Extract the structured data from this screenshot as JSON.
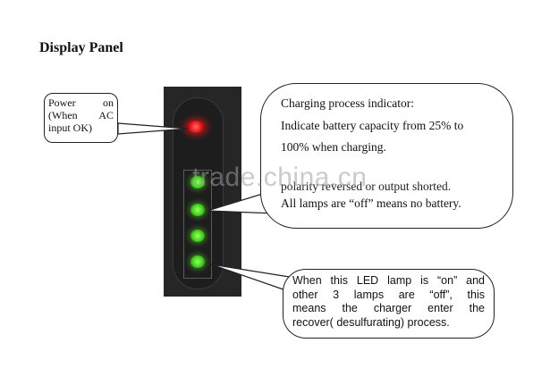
{
  "title": "Display Panel",
  "power_callout": {
    "lines": [
      "Power on",
      "(When AC",
      "input OK)"
    ]
  },
  "charging_callout": {
    "lines": [
      "Charging process indicator:",
      "Indicate battery capacity from 25% to",
      "100% when charging.",
      "polarity reversed or output shorted.",
      "All lamps are “off” means no battery."
    ]
  },
  "recover_callout": {
    "lines": [
      "When this LED lamp is “on” and",
      "other 3 lamps are “off”, this",
      "means the charger enter the",
      "recover( desulfurating) process."
    ]
  },
  "watermark": "trade.china.cn",
  "colors": {
    "power_led": "#e01010",
    "charge_led": "#3fd11a",
    "panel": "#262626"
  }
}
